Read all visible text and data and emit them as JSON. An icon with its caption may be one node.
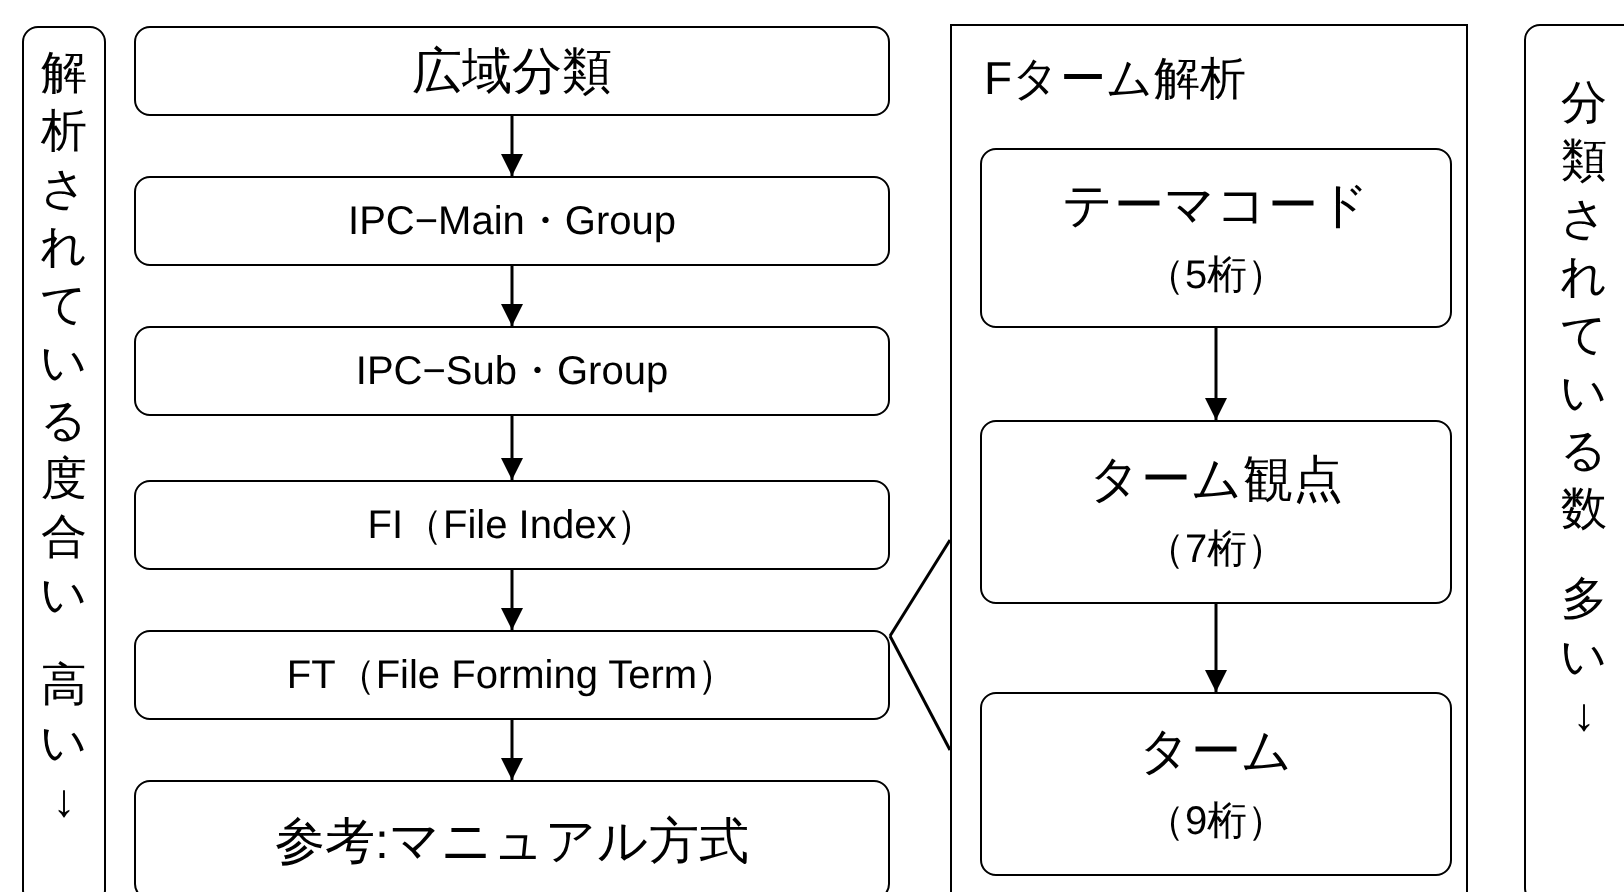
{
  "diagram": {
    "nodes": [
      {
        "text": [
          "解析されている度合い",
          "高い↓"
        ]
      },
      {
        "text": [
          "広域分類"
        ]
      },
      {
        "text": [
          "IPC−Main・Group"
        ]
      },
      {
        "text": [
          "IPC−Sub・Group"
        ]
      },
      {
        "text": [
          "FI（File Index）"
        ]
      },
      {
        "text": [
          "FT（File Forming Term）"
        ]
      },
      {
        "text": [
          "参考:マニュアル方式"
        ]
      },
      {
        "text": [
          "Fターム解析"
        ]
      },
      {
        "text": [
          "テーマコード",
          "（5桁）"
        ],
        "in": 7
      },
      {
        "text": [
          "ターム観点",
          "（7桁）"
        ],
        "in": 7
      },
      {
        "text": [
          "ターム",
          "（9桁）"
        ],
        "in": 7
      },
      {
        "text": [
          "分類されている数",
          "多い↓"
        ]
      }
    ],
    "edges": [
      {
        "from": 1,
        "to": 2,
        "arrow": "to"
      },
      {
        "from": 2,
        "to": 3,
        "arrow": "to"
      },
      {
        "from": 3,
        "to": 4,
        "arrow": "to"
      },
      {
        "from": 4,
        "to": 5,
        "arrow": "to"
      },
      {
        "from": 5,
        "to": 6,
        "arrow": "to"
      },
      {
        "from": 8,
        "to": 9,
        "arrow": "to"
      },
      {
        "from": 9,
        "to": 10,
        "arrow": "to"
      },
      {
        "from": 5,
        "to": 7,
        "arrow": "none"
      },
      {
        "from": 5,
        "to": 7,
        "arrow": "none"
      }
    ]
  }
}
